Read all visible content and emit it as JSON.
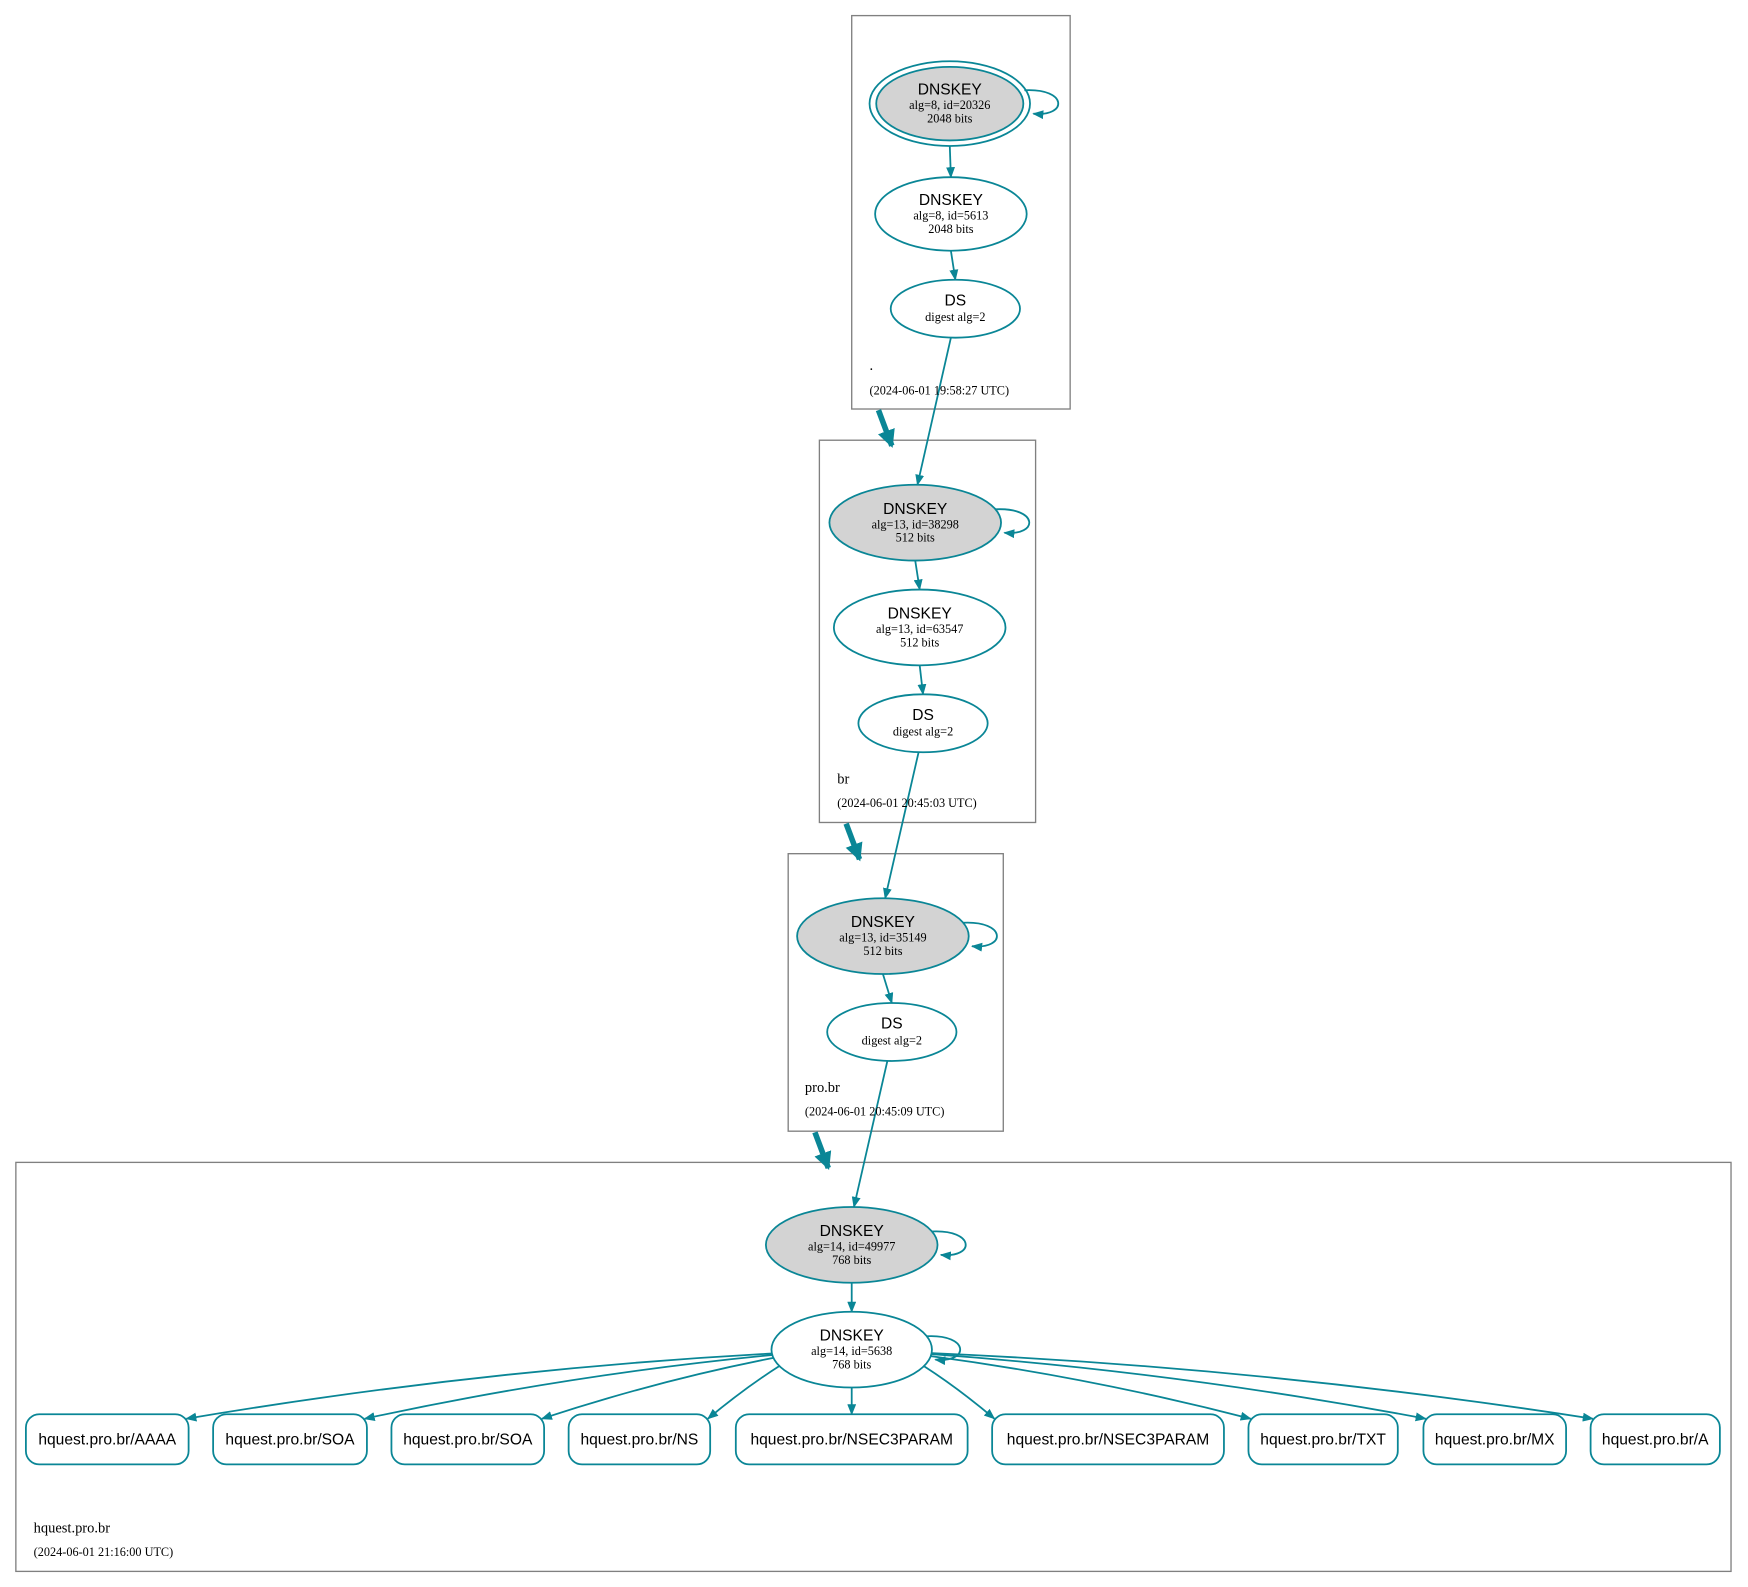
{
  "colors": {
    "edge": "#0a8696",
    "ksk_fill": "#d3d3d3",
    "cluster_border": "#808080"
  },
  "zones": [
    {
      "name": ".",
      "timestamp": "(2024-06-01 19:58:27 UTC)",
      "nodes": [
        {
          "title": "DNSKEY",
          "line1": "alg=8, id=20326",
          "line2": "2048 bits"
        },
        {
          "title": "DNSKEY",
          "line1": "alg=8, id=5613",
          "line2": "2048 bits"
        },
        {
          "title": "DS",
          "line1": "digest alg=2"
        }
      ]
    },
    {
      "name": "br",
      "timestamp": "(2024-06-01 20:45:03 UTC)",
      "nodes": [
        {
          "title": "DNSKEY",
          "line1": "alg=13, id=38298",
          "line2": "512 bits"
        },
        {
          "title": "DNSKEY",
          "line1": "alg=13, id=63547",
          "line2": "512 bits"
        },
        {
          "title": "DS",
          "line1": "digest alg=2"
        }
      ]
    },
    {
      "name": "pro.br",
      "timestamp": "(2024-06-01 20:45:09 UTC)",
      "nodes": [
        {
          "title": "DNSKEY",
          "line1": "alg=13, id=35149",
          "line2": "512 bits"
        },
        {
          "title": "DS",
          "line1": "digest alg=2"
        }
      ]
    },
    {
      "name": "hquest.pro.br",
      "timestamp": "(2024-06-01 21:16:00 UTC)",
      "nodes": [
        {
          "title": "DNSKEY",
          "line1": "alg=14, id=49977",
          "line2": "768 bits"
        },
        {
          "title": "DNSKEY",
          "line1": "alg=14, id=5638",
          "line2": "768 bits"
        }
      ],
      "records": [
        "hquest.pro.br/AAAA",
        "hquest.pro.br/SOA",
        "hquest.pro.br/SOA",
        "hquest.pro.br/NS",
        "hquest.pro.br/NSEC3PARAM",
        "hquest.pro.br/NSEC3PARAM",
        "hquest.pro.br/TXT",
        "hquest.pro.br/MX",
        "hquest.pro.br/A"
      ]
    }
  ]
}
